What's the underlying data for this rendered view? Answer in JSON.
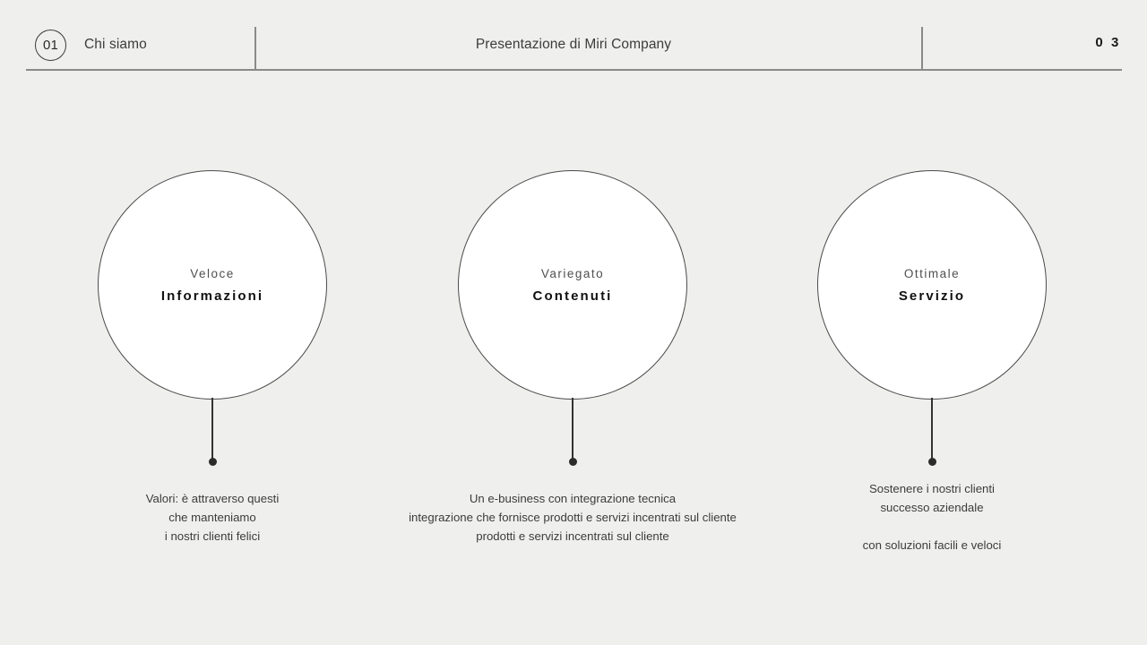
{
  "header": {
    "badge_number": "01",
    "section_label": "Chi siamo",
    "deck_title": "Presentazione di Miri Company",
    "page_number": "0 3"
  },
  "columns": [
    {
      "kicker": "Veloce",
      "headline": "Informazioni",
      "caption_lines": [
        "Valori: è attraverso questi",
        "che manteniamo",
        "i nostri clienti felici"
      ]
    },
    {
      "kicker": "Variegato",
      "headline": "Contenuti",
      "caption_lines": [
        "Un e-business con integrazione tecnica",
        "integrazione che fornisce prodotti e servizi incentrati sul cliente",
        "prodotti e servizi incentrati sul cliente"
      ]
    },
    {
      "kicker": "Ottimale",
      "headline": "Servizio",
      "caption_lines": [
        "Sostenere i nostri clienti",
        "successo aziendale",
        "",
        "con soluzioni facili e veloci"
      ]
    }
  ],
  "colors": {
    "background": "#efefed",
    "circle_fill": "#ffffff",
    "stroke": "#4a4a4a",
    "rule": "#8a8a8a",
    "text": "#3c3c3c",
    "headline_text": "#111111"
  }
}
